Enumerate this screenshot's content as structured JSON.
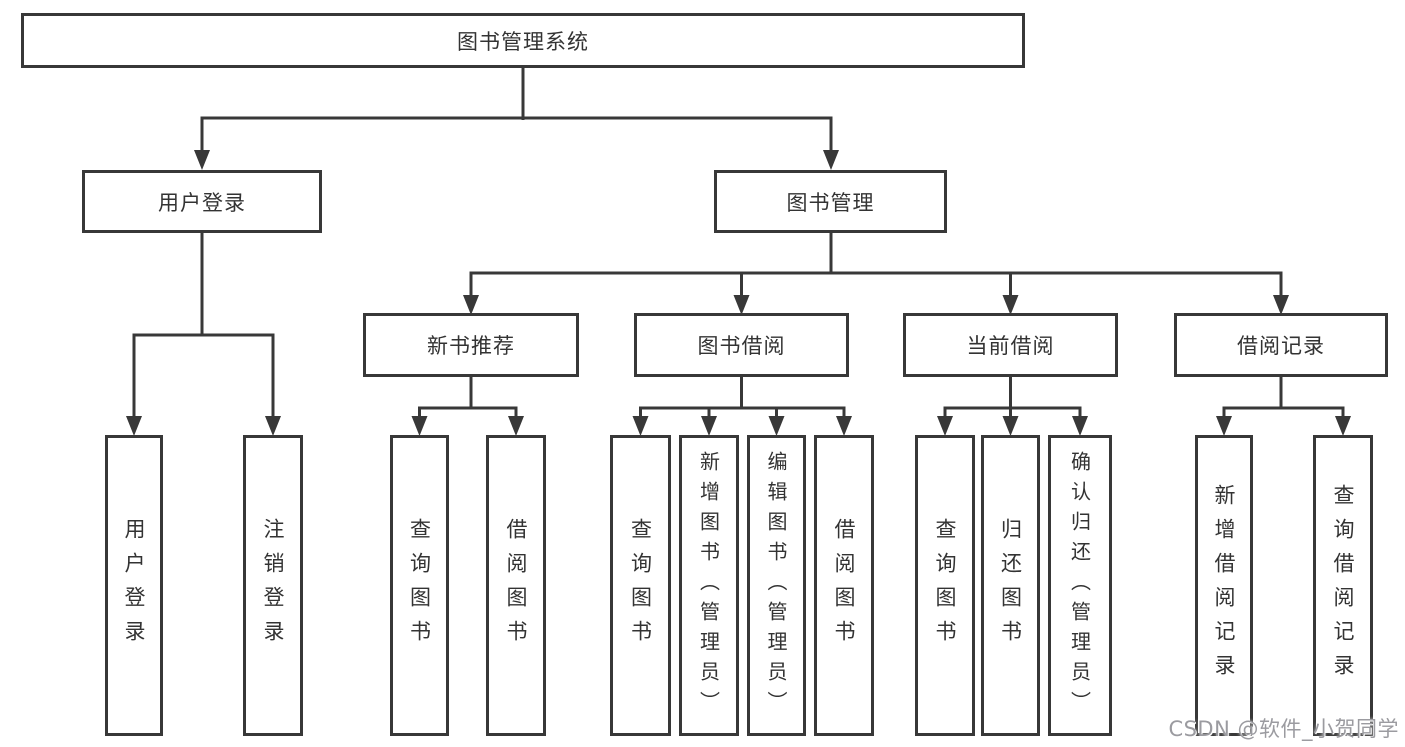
{
  "tree": {
    "label": "图书管理系统",
    "children": [
      {
        "label": "用户登录",
        "children": [
          {
            "label": "用户登录"
          },
          {
            "label": "注销登录"
          }
        ]
      },
      {
        "label": "图书管理",
        "children": [
          {
            "label": "新书推荐",
            "children": [
              {
                "label": "查询图书"
              },
              {
                "label": "借阅图书"
              }
            ]
          },
          {
            "label": "图书借阅",
            "children": [
              {
                "label": "查询图书"
              },
              {
                "label": "新增图书（管理员）"
              },
              {
                "label": "编辑图书（管理员）"
              },
              {
                "label": "借阅图书"
              }
            ]
          },
          {
            "label": "当前借阅",
            "children": [
              {
                "label": "查询图书"
              },
              {
                "label": "归还图书"
              },
              {
                "label": "确认归还（管理员）"
              }
            ]
          },
          {
            "label": "借阅记录",
            "children": [
              {
                "label": "新增借阅记录"
              },
              {
                "label": "查询借阅记录"
              }
            ]
          }
        ]
      }
    ]
  },
  "watermark": "CSDN @软件_小贺同学",
  "colors": {
    "line": "#383838",
    "text": "#333333",
    "watermark": "#9b9ba0",
    "background": "#ffffff"
  }
}
